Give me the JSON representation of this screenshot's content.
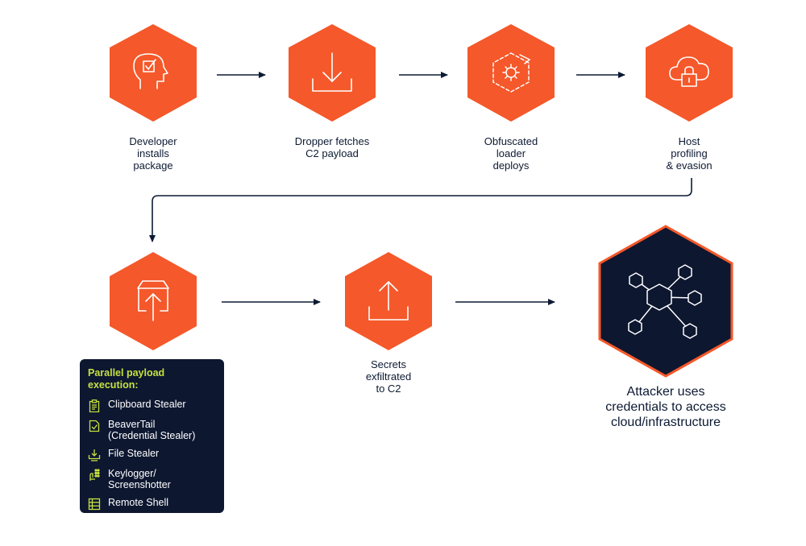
{
  "colors": {
    "accent_orange": "#f5582a",
    "navy": "#0d1730",
    "icon_stroke": "#ffffff",
    "panel_title": "#c6e13f",
    "arrow": "#0d1a33"
  },
  "steps": [
    {
      "icon": "person-check-icon",
      "label": "Developer\ninstalls\npackage"
    },
    {
      "icon": "download-icon",
      "label": "Dropper fetches\nC2 payload"
    },
    {
      "icon": "obfuscated-gear-icon",
      "label": "Obfuscated\nloader\ndeploys"
    },
    {
      "icon": "cloud-lock-icon",
      "label": "Host\nprofiling\n& evasion"
    },
    {
      "icon": "box-upload-icon",
      "label": ""
    },
    {
      "icon": "upload-icon",
      "label": "Secrets\nexfiltrated\nto C2"
    }
  ],
  "final": {
    "icon": "network-hub-icon",
    "label": "Attacker uses\ncredentials to access\ncloud/infrastructure"
  },
  "panel": {
    "title": "Parallel payload execution:",
    "items": [
      {
        "icon": "clipboard-icon",
        "label": "Clipboard Stealer"
      },
      {
        "icon": "credential-check-icon",
        "label": "BeaverTail\n(Credential Stealer)"
      },
      {
        "icon": "file-download-icon",
        "label": "File Stealer"
      },
      {
        "icon": "keylogger-icon",
        "label": "Keylogger/\nScreenshotter"
      },
      {
        "icon": "server-icon",
        "label": "Remote Shell"
      }
    ]
  }
}
